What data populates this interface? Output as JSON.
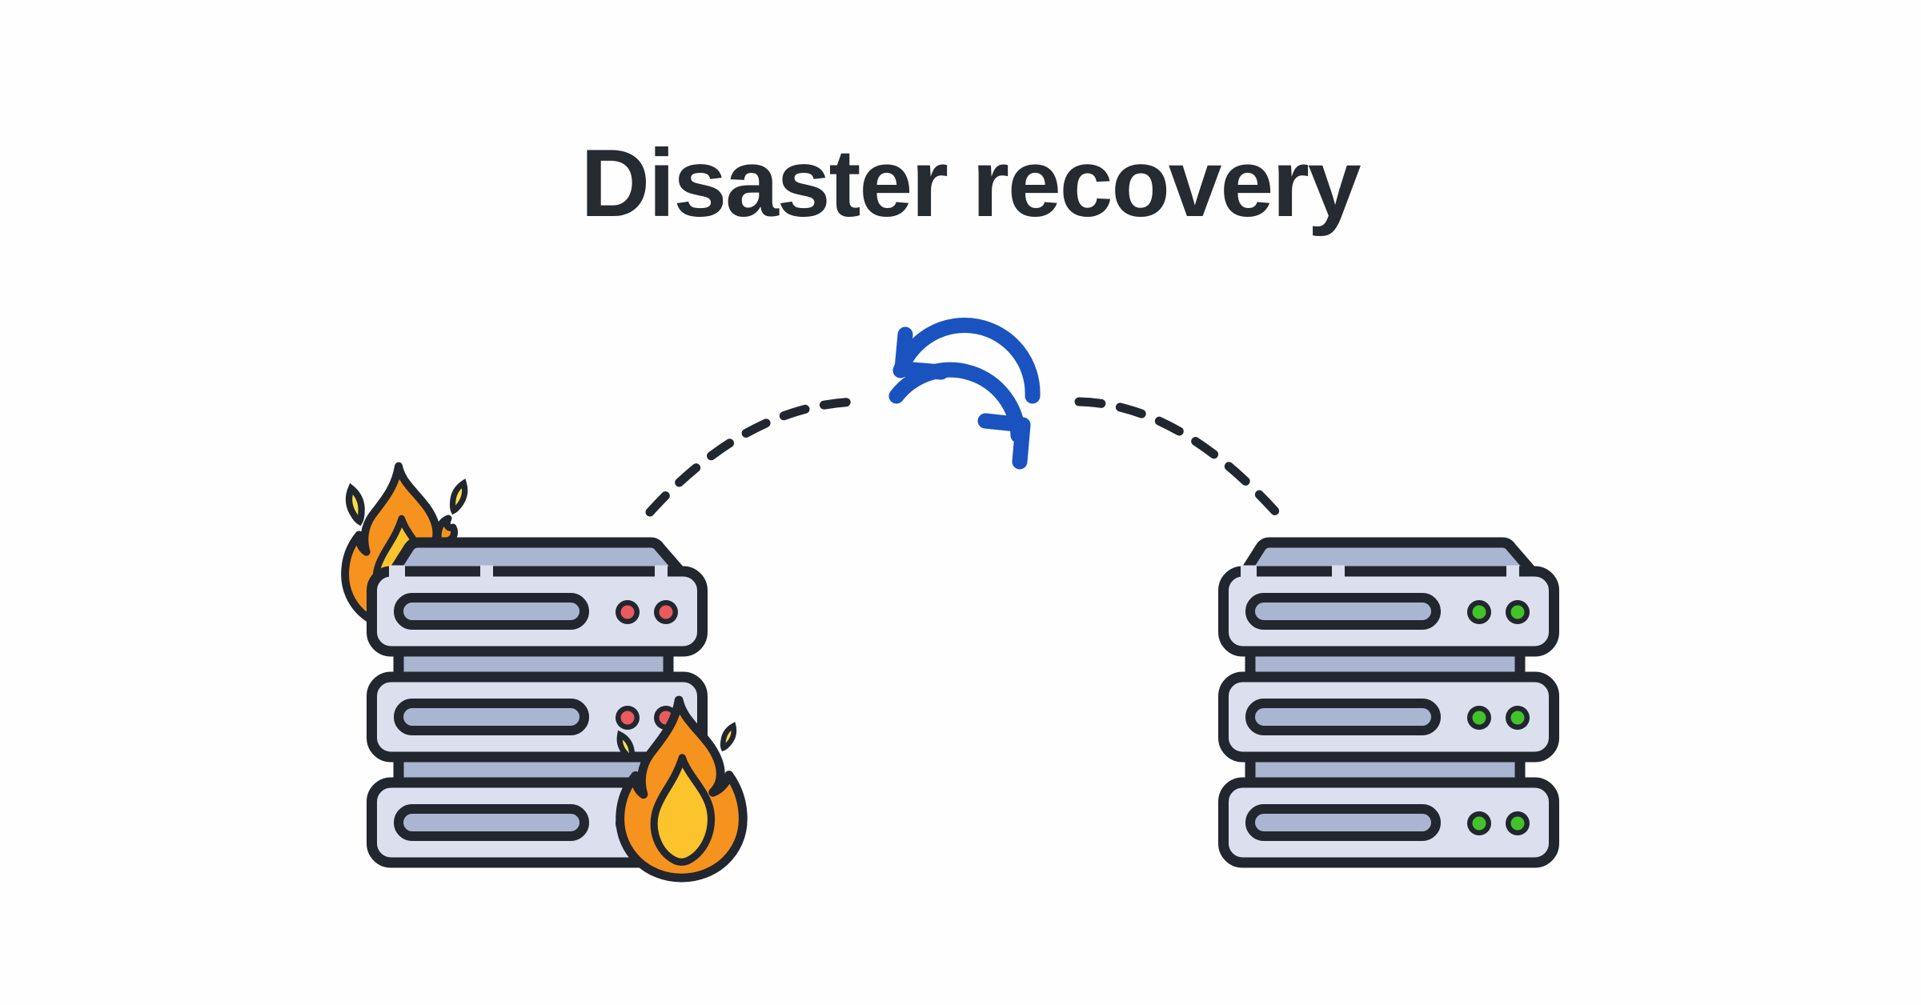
{
  "title": {
    "text": "Disaster recovery"
  },
  "colors": {
    "bg": "#fefefe",
    "ink": "#22262e",
    "titleColor": "#262a31",
    "serverBody": "#dcdfee",
    "serverSteel": "#aab5d1",
    "blue": "#1a53c0",
    "orange": "#f6921e",
    "flameInner": "#fbc32c",
    "spark": "#f7de4d",
    "ledRed": "#e95b5c",
    "ledGreen": "#42c32b"
  },
  "figure": {
    "left_server": {
      "icon": "server-stack-on-fire-icon",
      "rack_units": 3,
      "leds_per_unit": 2,
      "led_color_name": "red",
      "flames": 2,
      "sparks": 4
    },
    "right_server": {
      "icon": "server-stack-icon",
      "rack_units": 3,
      "leds_per_unit": 2,
      "led_color_name": "green"
    },
    "connector": {
      "icon": "sync-icon",
      "style": "dashed-arc"
    }
  }
}
